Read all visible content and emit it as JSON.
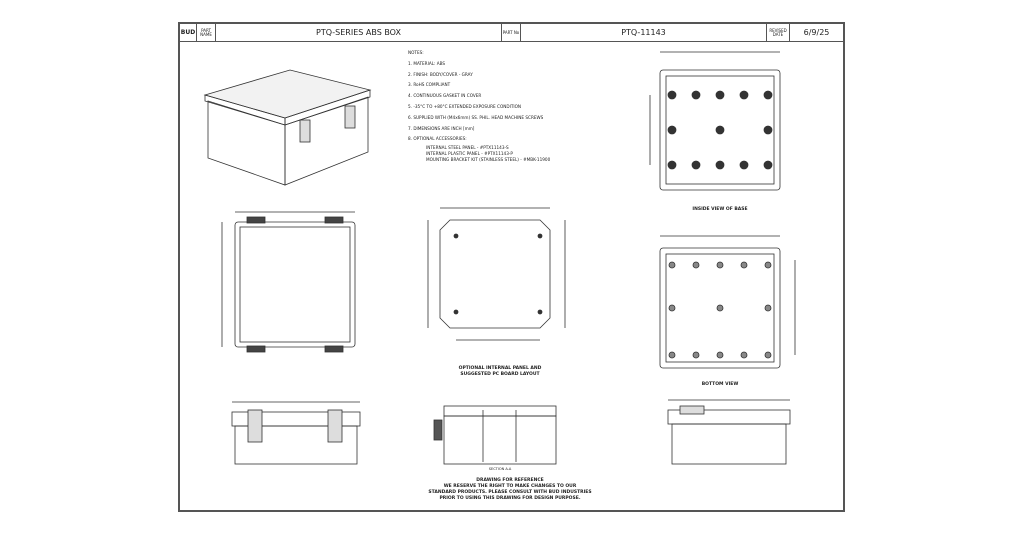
{
  "title_block": {
    "logo": "BUD",
    "part_name_label": "PART NAME",
    "part_name": "PTQ-SERIES ABS BOX",
    "part_no_label": "PART No",
    "part_no": "PTQ-11143",
    "date_label": "REVISED DATE",
    "date": "6/9/25"
  },
  "notes": {
    "heading": "NOTES:",
    "items": [
      "1.  MATERIAL: ABS",
      "2.  FINISH: BODY/COVER - GRAY",
      "3.  RoHS COMPLIANT",
      "4.  CONTINUOUS GASKET IN COVER",
      "5.  -35°C TO +80°C EXTENDED EXPOSURE CONDITION",
      "6.  SUPPLIED WITH (M4x6mm) SS. PHIL. HEAD MACHINE SCREWS",
      "7.  DIMENSIONS ARE INCH [mm]",
      "8.  OPTIONAL ACCESSORIES:"
    ],
    "accessories": [
      "INTERNAL STEEL PANEL - #PTX11143-S",
      "INTERNAL PLASTIC PANEL - #PTX11143-P",
      "MOUNTING BRACKET KIT (STAINLESS STEEL) - #MBK-11900"
    ]
  },
  "captions": {
    "inside_view": "INSIDE VIEW OF BASE",
    "bottom_view": "BOTTOM VIEW",
    "panel_1": "OPTIONAL INTERNAL PANEL AND",
    "panel_2": "SUGGESTED PC BOARD LAYOUT",
    "section": "SECTION A-A",
    "disclaimer": [
      "DRAWING FOR REFERENCE",
      "WE RESERVE THE RIGHT TO MAKE CHANGES TO OUR",
      "STANDARD PRODUCTS. PLEASE CONSULT WITH BUD INDUSTRIES",
      "PRIOR TO USING THIS DRAWING FOR DESIGN PURPOSE."
    ]
  }
}
